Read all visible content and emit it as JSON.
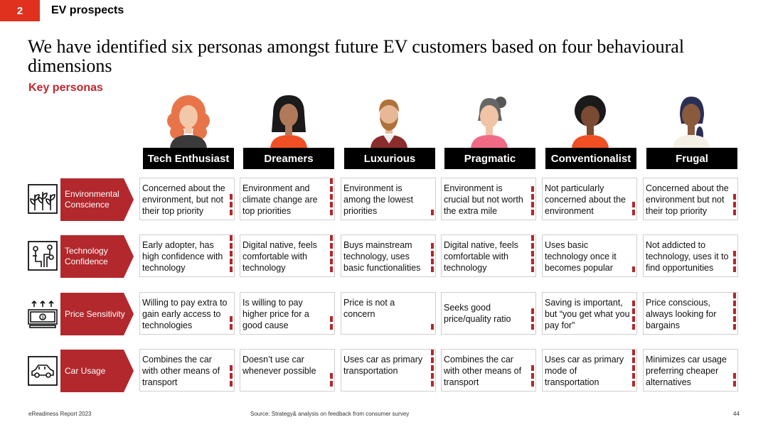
{
  "header": {
    "section_number": "2",
    "section_title": "EV prospects"
  },
  "title": "We have identified six personas amongst future EV customers based on four behavioural dimensions",
  "subtitle": "Key personas",
  "personas": [
    {
      "name": "Tech Enthusiast",
      "icon": "persona-curly-red-hair"
    },
    {
      "name": "Dreamers",
      "icon": "persona-black-hair"
    },
    {
      "name": "Luxurious",
      "icon": "persona-bearded-man"
    },
    {
      "name": "Pragmatic",
      "icon": "persona-ponytail"
    },
    {
      "name": "Conventionalist",
      "icon": "persona-afro"
    },
    {
      "name": "Frugal",
      "icon": "persona-braid"
    }
  ],
  "dimensions": [
    {
      "label": "Environmental Conscience",
      "icon": "plants-icon",
      "cells": [
        {
          "text": "Concerned about the environment, but not their top priority",
          "level": 3
        },
        {
          "text": "Environment and climate change are top priorities",
          "level": 5
        },
        {
          "text": "Environment is among the lowest priorities",
          "level": 1
        },
        {
          "text": "Environment is crucial but not worth the extra mile",
          "level": 4
        },
        {
          "text": "Not particularly concerned about the environment",
          "level": 2
        },
        {
          "text": "Concerned about the environment but not their top priority",
          "level": 3
        }
      ]
    },
    {
      "label": "Technology Confidence",
      "icon": "circuit-icon",
      "cells": [
        {
          "text": "Early adopter, has high confidence with technology",
          "level": 5
        },
        {
          "text": "Digital native, feels comfortable with technology",
          "level": 5
        },
        {
          "text": "Buys mainstream technology, uses basic functionalities",
          "level": 4
        },
        {
          "text": "Digital native, feels comfortable with technology",
          "level": 5
        },
        {
          "text": "Uses basic technology once it becomes popular",
          "level": 1
        },
        {
          "text": "Not addicted to technology, uses it to find opportunities",
          "level": 3
        }
      ]
    },
    {
      "label": "Price Sensitivity",
      "icon": "money-icon",
      "cells": [
        {
          "text": "Willing to pay extra to gain early access to technologies",
          "level": 2
        },
        {
          "text": "Is willing to pay higher price for a good cause",
          "level": 2
        },
        {
          "text": "Price is not a concern",
          "level": 1
        },
        {
          "text": "Seeks good price/quality ratio",
          "level": 3
        },
        {
          "text": "Saving is important, but “you get what you pay for”",
          "level": 4
        },
        {
          "text": "Price conscious, always looking for bargains",
          "level": 5
        }
      ]
    },
    {
      "label": "Car Usage",
      "icon": "car-icon",
      "cells": [
        {
          "text": "Combines the car with other means of transport",
          "level": 3
        },
        {
          "text": "Doesn’t use car whenever possible",
          "level": 2
        },
        {
          "text": "Uses car as primary transportation",
          "level": 5
        },
        {
          "text": "Combines the car with other means of transport",
          "level": 3
        },
        {
          "text": "Uses car as primary mode of transportation",
          "level": 5
        },
        {
          "text": "Minimizes car usage preferring cheaper alternatives",
          "level": 2
        }
      ]
    }
  ],
  "colors": {
    "accent": "#e0301e",
    "dimension": "#b2282d",
    "meter": "#b2282d"
  },
  "footer": {
    "report": "eReadiness Report 2023",
    "source": "Source: Strategy& analysis on feedback from consumer survey",
    "page": "44"
  }
}
